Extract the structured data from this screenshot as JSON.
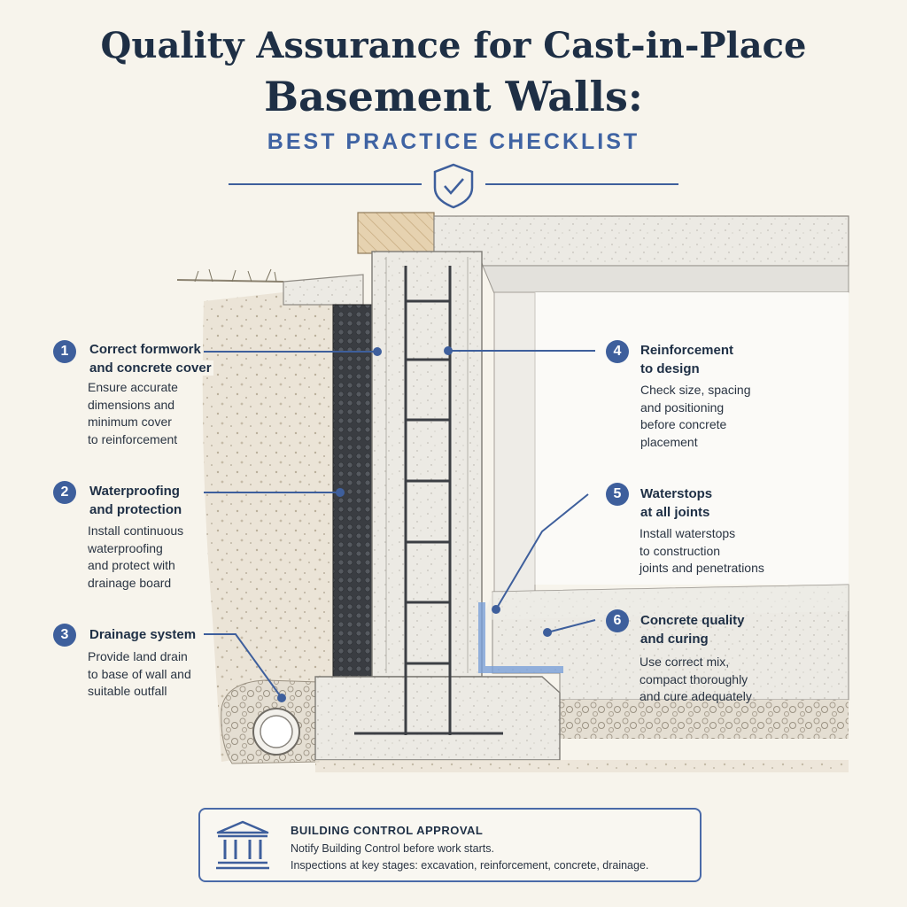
{
  "header": {
    "title_line1": "Quality Assurance for Cast-in-Place",
    "title_line2": "Basement Walls:",
    "subtitle": "BEST PRACTICE CHECKLIST",
    "icon": "shield-check-icon"
  },
  "callouts": [
    {
      "number": "1",
      "title_line1": "Correct formwork",
      "title_line2": "and concrete cover",
      "body": [
        "Ensure accurate",
        "dimensions and",
        "minimum cover",
        "to reinforcement"
      ]
    },
    {
      "number": "2",
      "title_line1": "Waterproofing",
      "title_line2": "and protection",
      "body": [
        "Install continuous",
        "waterproofing",
        "and protect with",
        "drainage board"
      ]
    },
    {
      "number": "3",
      "title_line1": "Drainage system",
      "title_line2": "",
      "body": [
        "Provide land drain",
        "to base of wall and",
        "suitable outfall"
      ]
    },
    {
      "number": "4",
      "title_line1": "Reinforcement",
      "title_line2": "to design",
      "body": [
        "Check size, spacing",
        "and positioning",
        "before concrete",
        "placement"
      ]
    },
    {
      "number": "5",
      "title_line1": "Waterstops",
      "title_line2": "at all joints",
      "body": [
        "Install waterstops",
        "to construction",
        "joints and penetrations"
      ]
    },
    {
      "number": "6",
      "title_line1": "Concrete quality",
      "title_line2": "and curing",
      "body": [
        "Use correct mix,",
        "compact thoroughly",
        "and cure adequately"
      ]
    }
  ],
  "approval": {
    "icon": "building-columns-icon",
    "title": "BUILDING CONTROL APPROVAL",
    "line1": "Notify Building Control before work starts.",
    "line2": "Inspections at key stages: excavation, reinforcement, concrete, drainage."
  },
  "colors": {
    "accent": "#3e5f9c",
    "heading": "#1e2f45",
    "background": "#f7f4ec",
    "membrane": "#3a3d42"
  }
}
